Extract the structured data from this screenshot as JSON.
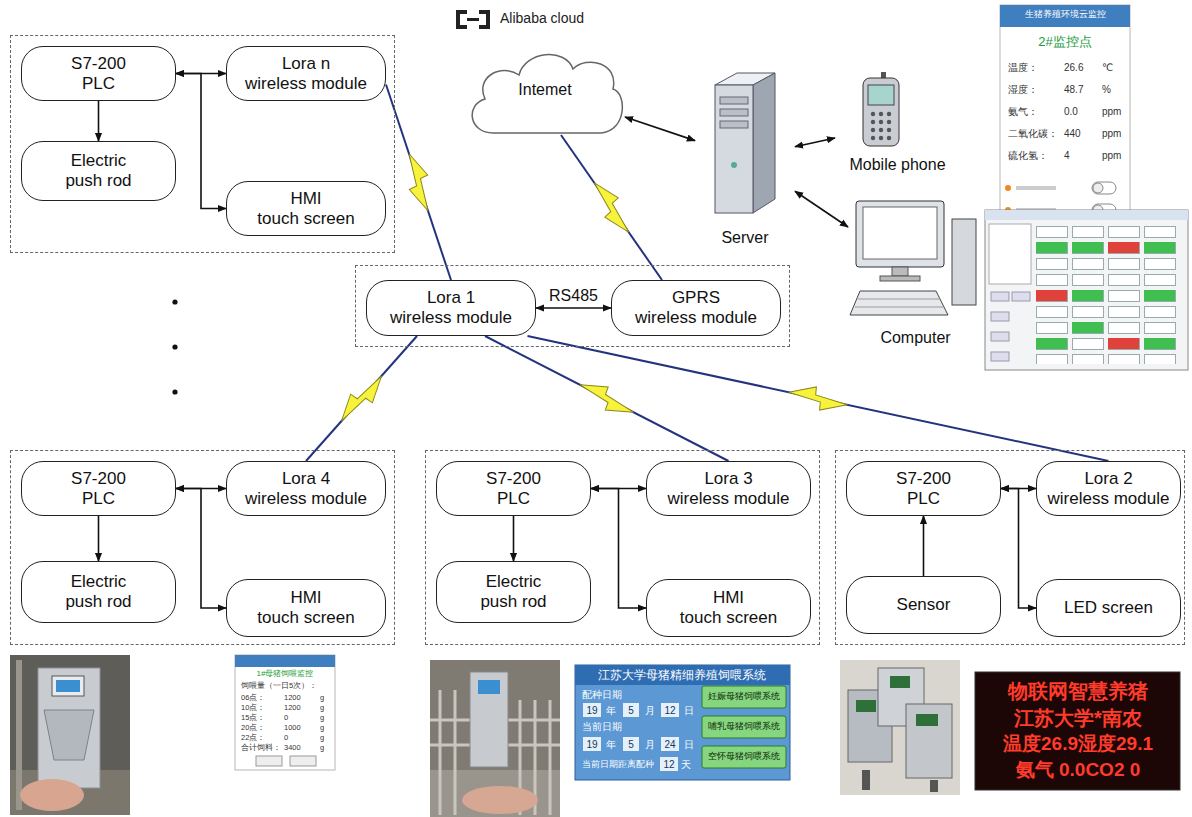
{
  "diagram": {
    "nodes": [
      {
        "text": []
      },
      {
        "text": [
          "S7-200 PLC"
        ],
        "in": 0
      },
      {
        "text": [
          "Lora n wireless module"
        ],
        "in": 0
      },
      {
        "text": [
          "Electric push rod"
        ],
        "in": 0
      },
      {
        "text": [
          "HMI touch screen"
        ],
        "in": 0
      },
      {
        "text": [
          "Intemet"
        ]
      },
      {
        "text": [
          "Server"
        ]
      },
      {
        "text": [
          "Mobile phone"
        ]
      },
      {
        "text": [
          "Computer"
        ]
      },
      {
        "text": []
      },
      {
        "text": [
          "Lora 1 wireless module"
        ],
        "in": 9
      },
      {
        "text": [
          "GPRS wireless module"
        ],
        "in": 9
      },
      {
        "text": []
      },
      {
        "text": [
          "S7-200 PLC"
        ],
        "in": 12
      },
      {
        "text": [
          "Lora 4 wireless module"
        ],
        "in": 12
      },
      {
        "text": [
          "Electric push rod"
        ],
        "in": 12
      },
      {
        "text": [
          "HMI touch screen"
        ],
        "in": 12
      },
      {
        "text": []
      },
      {
        "text": [
          "S7-200 PLC"
        ],
        "in": 17
      },
      {
        "text": [
          "Lora 3 wireless module"
        ],
        "in": 17
      },
      {
        "text": [
          "Electric push rod"
        ],
        "in": 17
      },
      {
        "text": [
          "HMI touch screen"
        ],
        "in": 17
      },
      {
        "text": []
      },
      {
        "text": [
          "S7-200 PLC"
        ],
        "in": 22
      },
      {
        "text": [
          "Lora 2 wireless module"
        ],
        "in": 22
      },
      {
        "text": [
          "Sensor"
        ],
        "in": 22
      },
      {
        "text": [
          "LED screen"
        ],
        "in": 22
      }
    ],
    "edges": [
      {
        "from": 1,
        "to": 3,
        "arrow": "to"
      },
      {
        "from": 1,
        "to": 2,
        "arrow": "both"
      },
      {
        "from": 1,
        "to": 4,
        "arrow": "both"
      },
      {
        "from": 13,
        "to": 15,
        "arrow": "to"
      },
      {
        "from": 13,
        "to": 14,
        "arrow": "both"
      },
      {
        "from": 13,
        "to": 16,
        "arrow": "both"
      },
      {
        "from": 18,
        "to": 20,
        "arrow": "to"
      },
      {
        "from": 18,
        "to": 19,
        "arrow": "both"
      },
      {
        "from": 18,
        "to": 21,
        "arrow": "both"
      },
      {
        "from": 25,
        "to": 23,
        "arrow": "to"
      },
      {
        "from": 23,
        "to": 24,
        "arrow": "both"
      },
      {
        "from": 23,
        "to": 26,
        "arrow": "both"
      },
      {
        "from": 10,
        "to": 11,
        "arrow": "both",
        "label": "RS485"
      },
      {
        "from": 11,
        "to": 5,
        "arrow": "none"
      },
      {
        "from": 2,
        "to": 10,
        "arrow": "none"
      },
      {
        "from": 10,
        "to": 14,
        "arrow": "none"
      },
      {
        "from": 10,
        "to": 19,
        "arrow": "none"
      },
      {
        "from": 10,
        "to": 24,
        "arrow": "none"
      },
      {
        "from": 5,
        "to": 6,
        "arrow": "both"
      },
      {
        "from": 6,
        "to": 7,
        "arrow": "both"
      },
      {
        "from": 6,
        "to": 8,
        "arrow": "both"
      }
    ],
    "labels": [
      "Alibaba cloud",
      "生猪养殖环境云监控",
      "2#监控点",
      "温度：",
      "26.6",
      "℃",
      "湿度：",
      "48.7",
      "%",
      "氨气：",
      "0.0",
      "ppm",
      "二氧化碳：",
      "440",
      "ppm",
      "硫化氢：",
      "4",
      "ppm",
      "1#母猪饲喂监控",
      "饲喂量（一日5次）：",
      "06点：",
      "1200",
      "g",
      "10点：",
      "1200",
      "g",
      "15点：",
      "0",
      "g",
      "20点：",
      "1000",
      "g",
      "22点：",
      "0",
      "g",
      "合计饲料：",
      "3400",
      "g",
      "江苏大学母猪精细养殖饲喂系统",
      "配种日期",
      "19",
      "年",
      "5",
      "月",
      "12",
      "日",
      "当前日期",
      "19",
      "年",
      "5",
      "月",
      "24",
      "日",
      "当前日期距离配种",
      "12",
      "天",
      "妊娠母猪饲喂系统",
      "哺乳母猪饲喂系统",
      "空怀母猪饲喂系统",
      "物联网智慧养猪",
      "江苏大学*南农",
      "温度26.9湿度29.1",
      "氨气 0.0CO2 0"
    ]
  }
}
